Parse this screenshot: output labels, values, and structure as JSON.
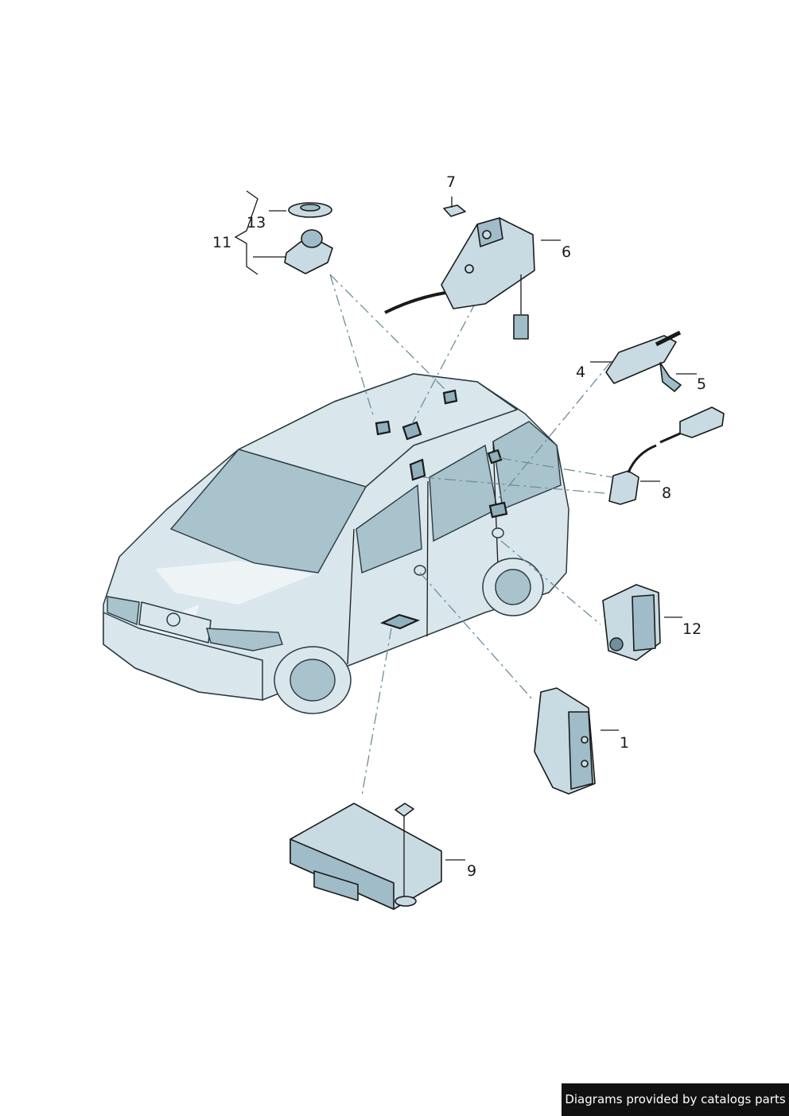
{
  "callouts": [
    {
      "id": "1",
      "label": "1"
    },
    {
      "id": "4",
      "label": "4"
    },
    {
      "id": "5",
      "label": "5"
    },
    {
      "id": "6",
      "label": "6"
    },
    {
      "id": "7",
      "label": "7"
    },
    {
      "id": "8",
      "label": "8"
    },
    {
      "id": "9",
      "label": "9"
    },
    {
      "id": "11",
      "label": "11"
    },
    {
      "id": "12",
      "label": "12"
    },
    {
      "id": "13",
      "label": "13"
    }
  ],
  "credit": "Diagrams provided by catalogs parts",
  "colors": {
    "part_fill": "#c8dbe2",
    "part_shade": "#9fbcc8",
    "outline": "#1a1a1a",
    "dash_line": "#6e8e99",
    "credit_bg": "#111111"
  }
}
